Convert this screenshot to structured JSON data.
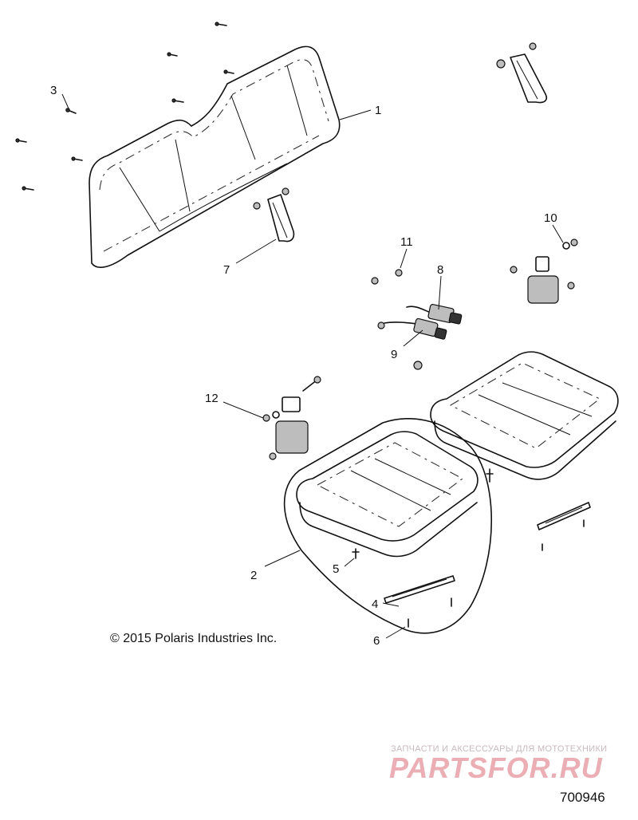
{
  "callouts": [
    "1",
    "2",
    "3",
    "4",
    "5",
    "6",
    "7",
    "8",
    "9",
    "10",
    "11",
    "12"
  ],
  "copyright": "© 2015 Polaris Industries Inc.",
  "watermark": {
    "tagline": "ЗАПЧАСТИ И АКСЕССУАРЫ ДЛЯ МОТОТЕХНИКИ",
    "logo": "PARTSFOR.RU"
  },
  "drawing_number": "700946"
}
